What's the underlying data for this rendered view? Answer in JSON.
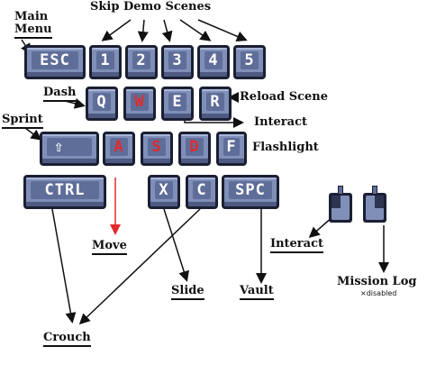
{
  "labels": {
    "main_menu_1": "Main",
    "main_menu_2": "Menu",
    "skip_demo": "Skip Demo Scenes",
    "dash": "Dash",
    "reload_scene": "Reload Scene",
    "interact_key": "Interact",
    "sprint": "Sprint",
    "flashlight": "Flashlight",
    "move": "Move",
    "slide": "Slide",
    "vault": "Vault",
    "crouch": "Crouch",
    "interact_mouse": "Interact",
    "mission_log": "Mission Log",
    "disabled": "×disabled"
  },
  "keys": {
    "esc": "ESC",
    "k1": "1",
    "k2": "2",
    "k3": "3",
    "k4": "4",
    "k5": "5",
    "q": "Q",
    "w": "W",
    "e": "E",
    "r": "R",
    "shift": "⇧",
    "a": "A",
    "s": "S",
    "d": "D",
    "f": "F",
    "ctrl": "CTRL",
    "x": "X",
    "c": "C",
    "spc": "SPC"
  },
  "colors": {
    "key_face": "#5f6d99",
    "key_border": "#1b1f33",
    "highlight_text": "#e22a2a",
    "move_arrow": "#e22a2a"
  }
}
